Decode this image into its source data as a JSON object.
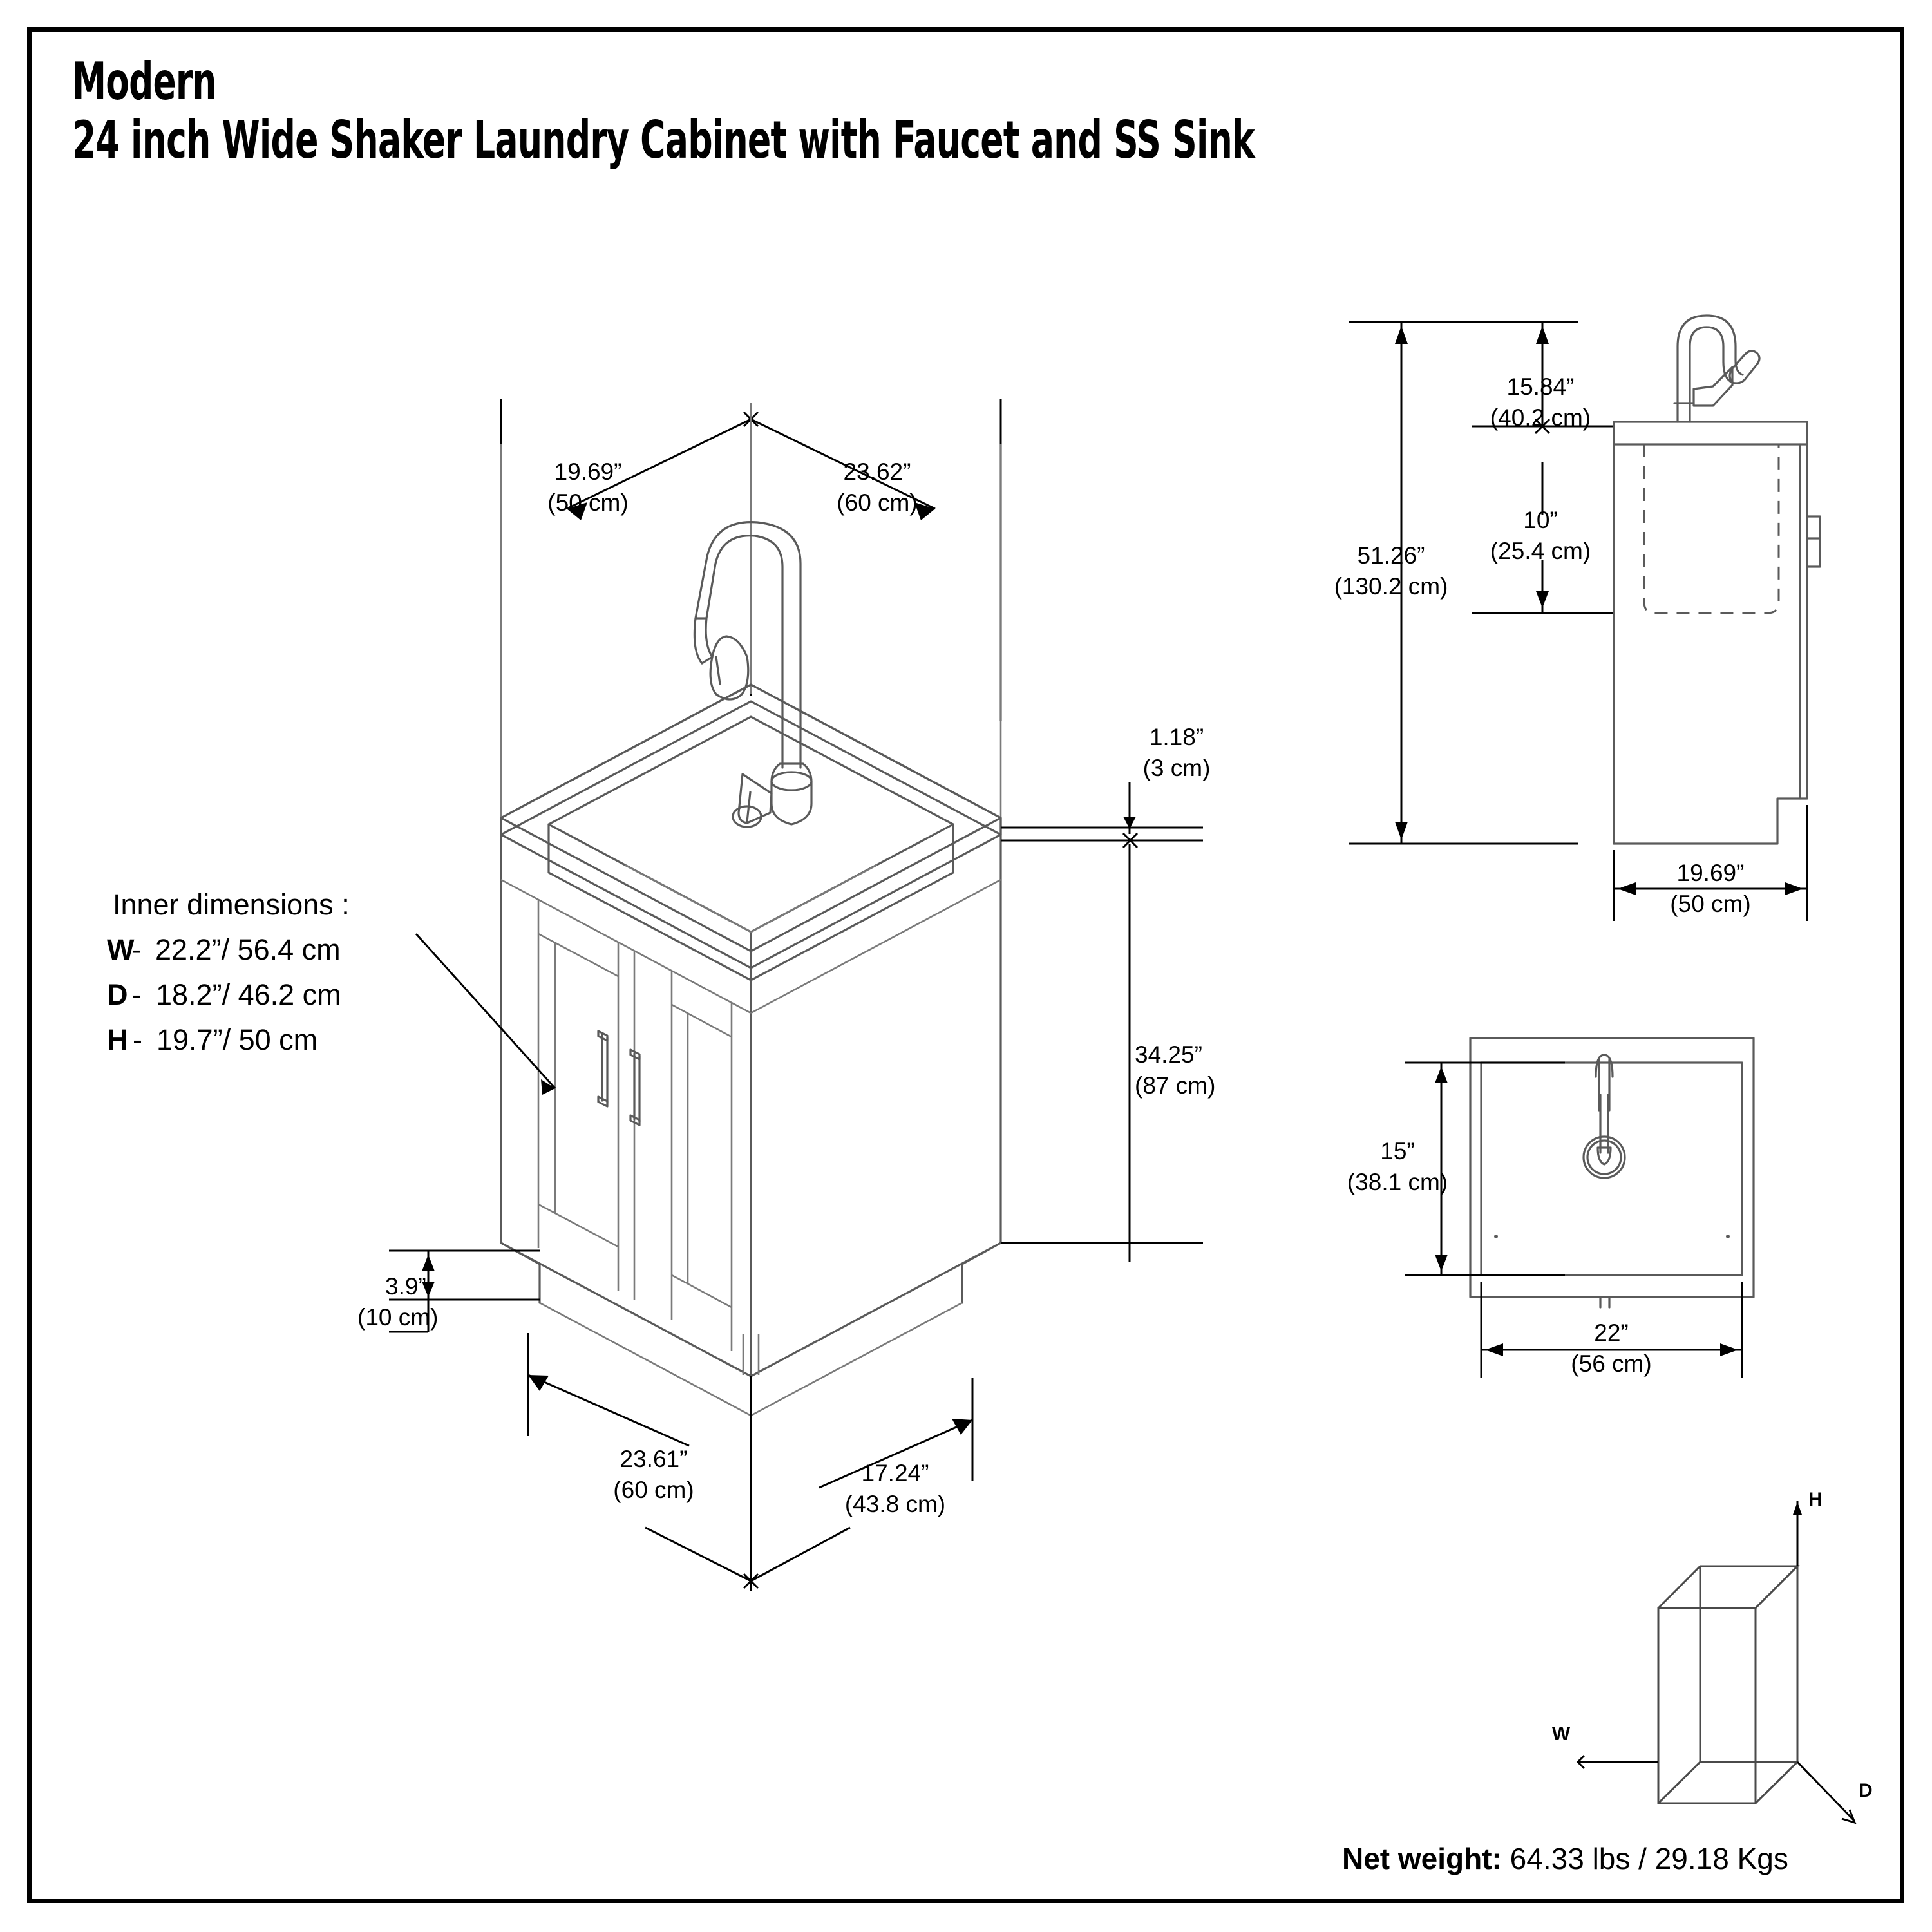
{
  "document": {
    "title_line1": "Modern",
    "title_line2": "24 inch Wide Shaker Laundry Cabinet with Faucet and SS Sink",
    "net_weight_label": "Net weight:",
    "net_weight_value": "64.33 lbs / 29.18 Kgs"
  },
  "inner_dimensions": {
    "heading": "Inner dimensions  :",
    "rows": [
      {
        "key": "W",
        "sep": "- ",
        "value": "22.2”/ 56.4 cm"
      },
      {
        "key": "D",
        "sep": "- ",
        "value": "18.2”/ 46.2 cm"
      },
      {
        "key": "H",
        "sep": "- ",
        "value": "19.7”/ 50 cm"
      }
    ]
  },
  "isometric_view": {
    "depth_in": "19.69”",
    "depth_cm": "(50 cm)",
    "width_in": "23.62”",
    "width_cm": "(60 cm)",
    "countertop_thickness_in": "1.18”",
    "countertop_thickness_cm": "(3 cm)",
    "counter_height_in": "34.25”",
    "counter_height_cm": "(87 cm)",
    "toe_kick_in": "3.9”",
    "toe_kick_cm": "(10 cm)",
    "base_width_in": "23.61”",
    "base_width_cm": "(60 cm)",
    "base_depth_in": "17.24”",
    "base_depth_cm": "(43.8 cm)"
  },
  "side_view": {
    "faucet_height_in": "15.84”",
    "faucet_height_cm": "(40.2 cm)",
    "basin_depth_in": "10”",
    "basin_depth_cm": "(25.4 cm)",
    "total_height_in": "51.26”",
    "total_height_cm": "(130.2 cm)",
    "depth_in": "19.69”",
    "depth_cm": "(50 cm)"
  },
  "plan_view": {
    "basin_depth_in": "15”",
    "basin_depth_cm": "(38.1 cm)",
    "basin_width_in": "22”",
    "basin_width_cm": "(56 cm)"
  },
  "axis_cube": {
    "h_label": "H",
    "w_label": "W",
    "d_label": "D"
  },
  "colors": {
    "line": "#000000",
    "object": "#5a5a5a",
    "background": "#ffffff"
  }
}
